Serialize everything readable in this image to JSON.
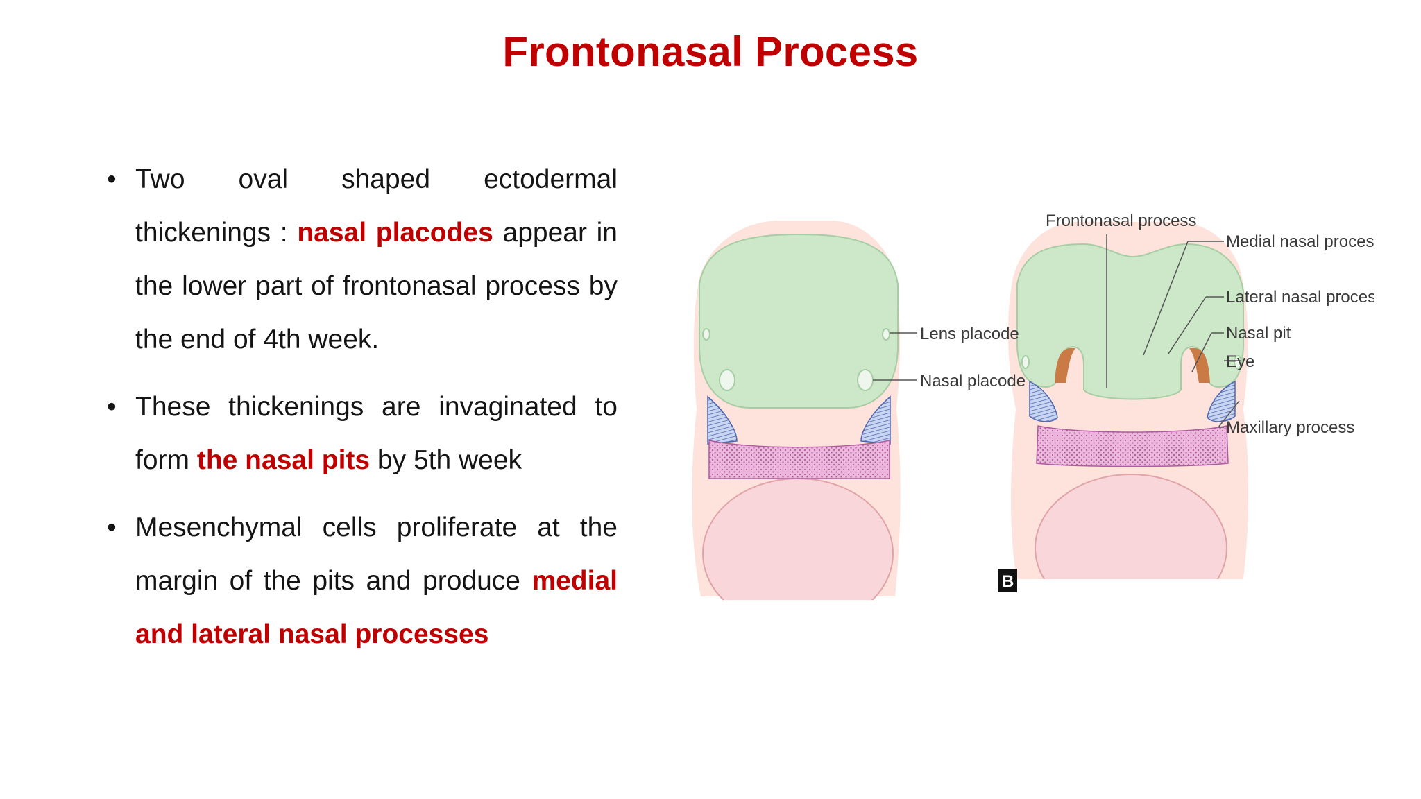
{
  "slide": {
    "title": "Frontonasal Process",
    "bullets": [
      {
        "before": "Two oval shaped ectodermal thickenings : ",
        "highlight": "nasal placodes",
        "after": " appear in the lower part of  frontonasal process by  the end of 4th week."
      },
      {
        "before": "These thickenings are invaginated to form ",
        "highlight": "the nasal pits",
        "after": " by  5th week"
      },
      {
        "before": "Mesenchymal cells proliferate at the margin of the pits and produce ",
        "highlight": "medial and lateral nasal processes",
        "after": ""
      }
    ]
  },
  "diagram": {
    "labels": {
      "lens_placode": "Lens placode",
      "nasal_placode": "Nasal placode",
      "frontonasal_process": "Frontonasal process",
      "medial_nasal_process": "Medial nasal process",
      "lateral_nasal_process": "Lateral nasal process",
      "nasal_pit": "Nasal pit",
      "eye": "Eye",
      "maxillary_process": "Maxillary process"
    },
    "figure_tag": "B"
  },
  "colors": {
    "title": "#c00000",
    "highlight": "#c00000",
    "frontonasal": "#cce8c8",
    "mandible": "#f0bcd8",
    "heart": "#f8d6da",
    "outline": "#fde3dc",
    "maxillary": "#9aaee0",
    "nasal_process": "#c97a45"
  }
}
